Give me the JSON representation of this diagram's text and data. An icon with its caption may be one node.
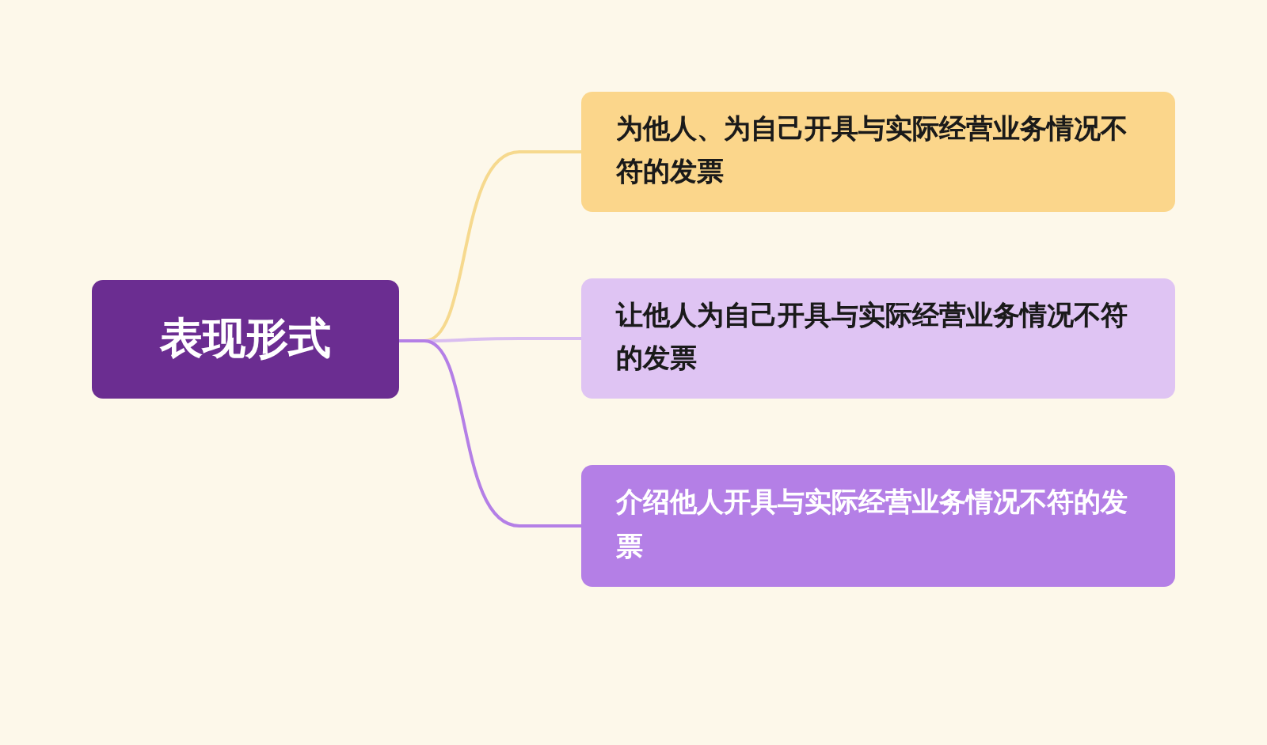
{
  "diagram": {
    "nodes": [
      {
        "text": [
          "表现形式"
        ]
      },
      {
        "text": [
          "为他人、为自己开具与实际经营业务情况不符的发票"
        ]
      },
      {
        "text": [
          "让他人为自己开具与实际经营业务情况不符的发票"
        ]
      },
      {
        "text": [
          "介绍他人开具与实际经营业务情况不符的发票"
        ]
      }
    ],
    "edges": [
      {
        "from": 0,
        "to": 1,
        "arrow": "none",
        "color": "#f6d98e"
      },
      {
        "from": 0,
        "to": 2,
        "arrow": "none",
        "color": "#d9bdf0"
      },
      {
        "from": 0,
        "to": 3,
        "arrow": "none",
        "color": "#b47fe6"
      }
    ]
  }
}
